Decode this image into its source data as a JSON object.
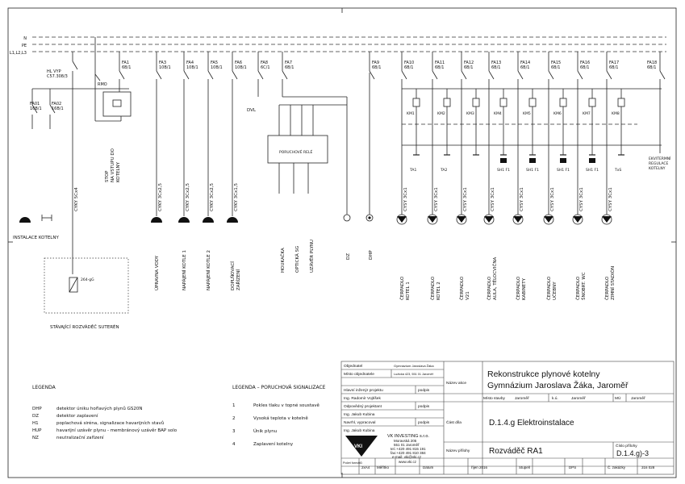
{
  "buses": [
    "N",
    "PE",
    "L1,L2,L3"
  ],
  "main_switch": {
    "label1": "HL VYP",
    "label2": "C57.308/3"
  },
  "rmo": "RMO",
  "stop_label1": "STOP",
  "stop_label2": "NA VSTUPU DO",
  "stop_label3": "KOTELNY",
  "fa_left": [
    {
      "name": "FA01",
      "rating": "16B/1"
    },
    {
      "name": "FA02",
      "rating": "16B/1"
    }
  ],
  "feeders": [
    {
      "fa": "FA1",
      "rating": "6B/1",
      "cable": "",
      "label1": "",
      "label2": ""
    },
    {
      "fa": "FA3",
      "rating": "10B/1",
      "cable": "CYKY 3Cx2,5",
      "label1": "ÚPRAVNA VODY",
      "label2": ""
    },
    {
      "fa": "FA4",
      "rating": "10B/1",
      "cable": "CYKY 3Cx2,5",
      "label1": "NAPÁJENÍ KOTLE 1",
      "label2": ""
    },
    {
      "fa": "FA5",
      "rating": "10B/1",
      "cable": "CYKY 3Cx2,5",
      "label1": "NAPÁJENÍ KOTLE 2",
      "label2": ""
    },
    {
      "fa": "FA6",
      "rating": "10B/1",
      "cable": "CYKY 3Cx1,5",
      "label1": "DOPLŇOVACÍ",
      "label2": "ZAŘÍZENÍ"
    },
    {
      "fa": "FA8",
      "rating": "6C/1",
      "cable": "",
      "label1": "",
      "label2": ""
    },
    {
      "fa": "FA7",
      "rating": "6B/1",
      "cable": "",
      "label1": "",
      "label2": ""
    }
  ],
  "dvl": "DVL",
  "alarm_box": "PORUCHOVÉ RELÉ",
  "alarm_outputs": [
    "HOUKAČKA",
    "OPTICKÁ SG",
    "UZÁVĚR PLYNU"
  ],
  "dz": "DZ",
  "dhp": "DHP",
  "cyky_main": "CYKY 5Cx4",
  "fa9": {
    "name": "FA9",
    "rating": "6B/1"
  },
  "pumps": [
    {
      "fa": "FA10",
      "rating": "6B/1",
      "km": "KM1",
      "sensor": "TA1",
      "cable": "CYSY 3Cx1",
      "label1": "ČERPADLO",
      "label2": "KOTEL 1",
      "thermo": false
    },
    {
      "fa": "FA11",
      "rating": "6B/1",
      "km": "KM2",
      "sensor": "TA2",
      "cable": "CYSY 3Cx1",
      "label1": "ČERPADLO",
      "label2": "KOTEL 2",
      "thermo": false
    },
    {
      "fa": "FA12",
      "rating": "6B/1",
      "km": "KM3",
      "sensor": "",
      "cable": "CYSY 3Cx1",
      "label1": "ČERPADLO",
      "label2": "V21",
      "thermo": false
    },
    {
      "fa": "FA13",
      "rating": "6B/1",
      "km": "KM4",
      "sensor": "SH1 F1",
      "cable": "CYSY 3Cx1",
      "label1": "ČERPADLO",
      "label2": "AULA, TĚLOCVIČNA",
      "thermo": true
    },
    {
      "fa": "FA14",
      "rating": "6B/1",
      "km": "KM5",
      "sensor": "SH1 F1",
      "cable": "CYSY 3Cx1",
      "label1": "ČERPADLO",
      "label2": "KABINETY",
      "thermo": true
    },
    {
      "fa": "FA15",
      "rating": "6B/1",
      "km": "KM6",
      "sensor": "SH1 F1",
      "cable": "CYSY 3Cx1",
      "label1": "ČERPADLO",
      "label2": "UČEBNY",
      "thermo": true
    },
    {
      "fa": "FA16",
      "rating": "6B/1",
      "km": "KM7",
      "sensor": "SH1 F1",
      "cable": "CYSY 3Cx1",
      "label1": "ČERPADLO",
      "label2": "ŠNOBRT. WC",
      "thermo": true
    },
    {
      "fa": "FA17",
      "rating": "6B/1",
      "km": "KM8",
      "sensor": "TxS",
      "cable": "CYSY 3Cx1",
      "label1": "ČERPADLO",
      "label2": "ZIMNÍ STADIÓN",
      "thermo": false
    }
  ],
  "fa18": {
    "name": "FA18",
    "rating": "6B/1"
  },
  "ekviterm": [
    "EKVITERMNÍ",
    "REGULACE",
    "KOTELNY"
  ],
  "instalace": "INSTALACE KOTELNY",
  "rozvadec_sub": "STÁVAJÍCÍ ROZVÁDĚČ SUTERÉN",
  "rozvadec_device": "264-gG",
  "legenda": {
    "title": "LEGENDA",
    "items": [
      {
        "k": "DHP",
        "v": "detektor úniku hořlavých plynů GS20N"
      },
      {
        "k": "DZ",
        "v": "detektor zaplavení"
      },
      {
        "k": "H1",
        "v": "poplachová siréna, signalizace havarijních stavů"
      },
      {
        "k": "HUP",
        "v": "havarijní uzávěr plynu - membránový uzávěr BAP solo"
      },
      {
        "k": "NZ",
        "v": "neutralizační zařízení"
      }
    ]
  },
  "legenda2": {
    "title": "LEGENDA – PORUCHOVÁ SIGNALIZACE",
    "items": [
      {
        "k": "1",
        "v": "Pokles tlaku v topné soustavě"
      },
      {
        "k": "2",
        "v": "Vysoká teplota v kotelně"
      },
      {
        "k": "3",
        "v": "Únik plynu"
      },
      {
        "k": "4",
        "v": "Zaplavení kotelny"
      }
    ]
  },
  "titleblock": {
    "objednatel_l": "Objednatel",
    "objednatel_v": "Gymnázium Jaroslava Žáka",
    "misto_obj_l": "Místo objednatele",
    "misto_obj_v": "Lužická 423, 551 01 Jaroměř",
    "hip_l": "Hlavní inženýr projektu",
    "podpis": "podpis",
    "hip_v": "Ing. Radomír Vojtíšek",
    "odp_l": "Odpovědný projektant",
    "odp_v": "Ing. Jakub Kubina",
    "navrhl_l": "Navrhl, vypracoval",
    "navrhl_v": "Ing. Jakub Kubina",
    "company": "VK INVESTING s.r.o.",
    "addr1": "Moravská 205",
    "addr2": "551 01 Jaroměř",
    "tel": "tel.:+420 491 815 191",
    "fax": "fax:+420 491 810 384",
    "email": "e-mail: vki@vki.cz",
    "web": "www.vki.cz",
    "logo": "VKI",
    "nazev_akce_l": "Název akce",
    "nazev_akce_1": "Rekonstrukce plynové kotelny",
    "nazev_akce_2": "Gymnázium Jaroslava Žáka, Jaroměř",
    "misto_stavby_l": "Místo stavby",
    "misto_stavby_v": "Jaroměř",
    "ku_l": "k.ú.",
    "ku_v": "Jaroměř",
    "mu_l": "MÚ",
    "mu_v": "Jaroměř",
    "cast_l": "Část díla",
    "cast_v": "D.1.4.g Elektroinstalace",
    "priloha_l": "Název přílohy",
    "priloha_v": "Rozváděč RA1",
    "cislo_l": "Číslo přílohy",
    "cislo_v": "D.1.4.g)-3",
    "format_l": "Počet formátů",
    "format_v": "2xA4",
    "meritko_l": "Měřítko",
    "datum_l": "Datum",
    "datum_v": "říjen 2016",
    "stupen_l": "Stupeň",
    "stupen_v": "DPS",
    "zakazka_l": "Č. zakázky",
    "zakazka_v": "316 028"
  }
}
